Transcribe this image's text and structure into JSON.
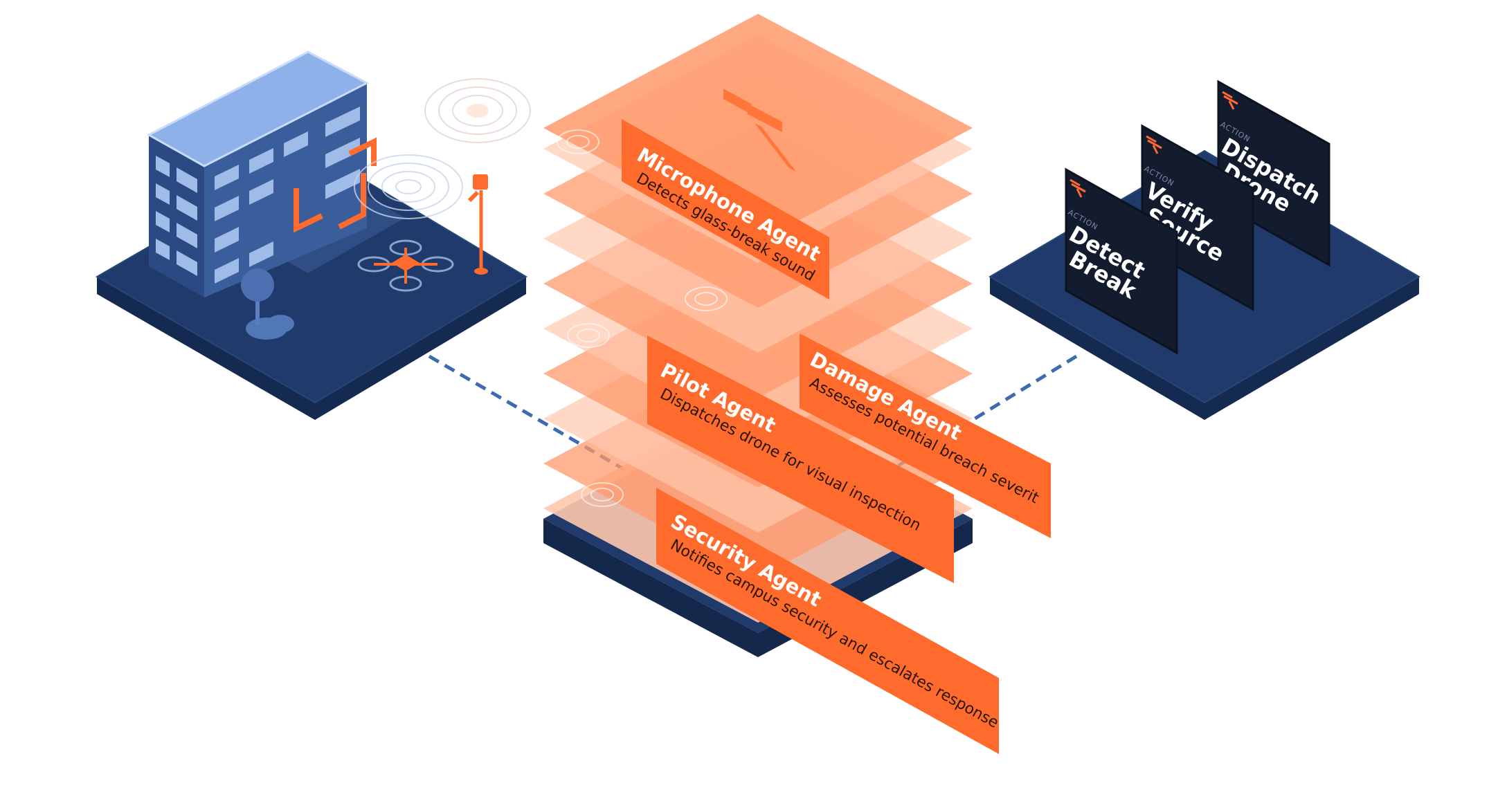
{
  "agents": [
    {
      "title": "Microphone Agent",
      "description": "Detects glass-break sound"
    },
    {
      "title": "Damage Agent",
      "description": "Assesses potential breach severit"
    },
    {
      "title": "Pilot Agent",
      "description": "Dispatches drone for visual inspection"
    },
    {
      "title": "Security Agent",
      "description": "Notifies campus security and escalates response"
    }
  ],
  "actions": [
    {
      "label": "ACTION",
      "line1": "Detect",
      "line2": "Break"
    },
    {
      "label": "ACTION",
      "line1": "Verify",
      "line2": "Source"
    },
    {
      "label": "ACTION",
      "line1": "Dispatch",
      "line2": "Drone"
    }
  ],
  "colors": {
    "navy": "#1f3a6b",
    "navy_dark": "#152a4e",
    "orange": "#ff6b2c",
    "card": "#131c2e",
    "building": "#2f4d86",
    "roof": "#8fb1ea"
  }
}
